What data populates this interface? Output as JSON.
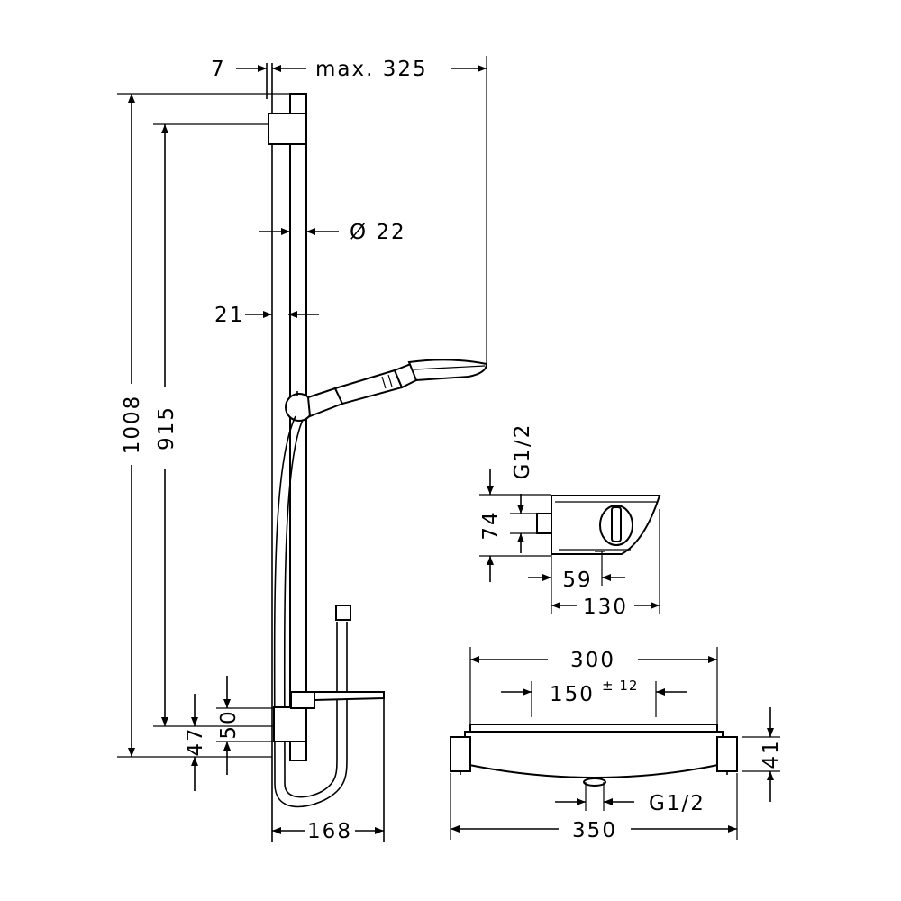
{
  "dimensions": {
    "rail_offset": "7",
    "max_projection": "max. 325",
    "rail_diameter": "Ø 22",
    "rail_wall_distance": "21",
    "total_height": "1008",
    "bracket_spacing": "915",
    "upper_offset": "50",
    "lower_offset": "47",
    "shelf_depth": "168",
    "thermostat_inlet_side": "G1/2",
    "thermostat_height": "74",
    "thermostat_outlet_depth": "59",
    "thermostat_depth": "130",
    "shelf_width": "300",
    "connection_spacing": "150",
    "connection_tolerance": "± 12",
    "thermostat_body_height": "41",
    "bottom_outlet": "G1/2",
    "total_width": "350"
  },
  "colors": {
    "line": "#000000",
    "background": "#ffffff"
  }
}
